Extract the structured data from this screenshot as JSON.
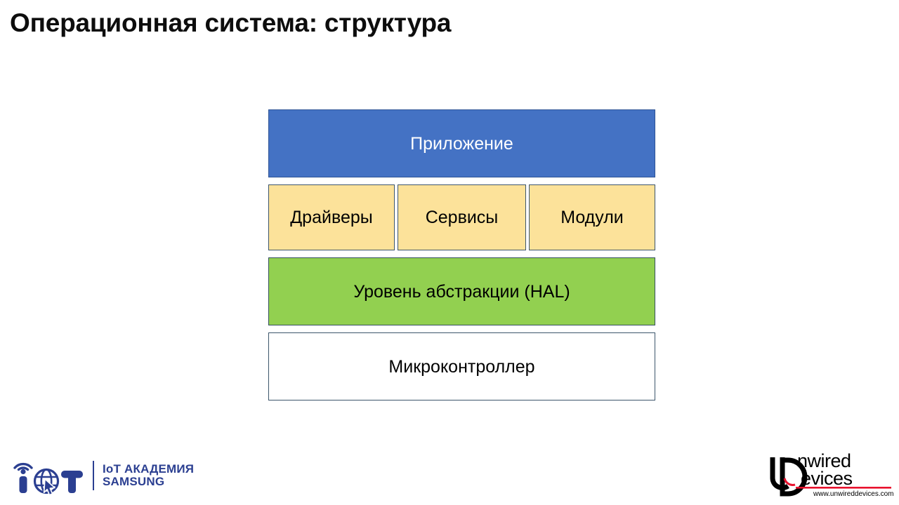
{
  "slide": {
    "title": "Операционная система: структура",
    "background_color": "#FFFFFF"
  },
  "diagram": {
    "name": "operating-system-layer-stack",
    "layers": [
      {
        "id": "application",
        "label": "Приложение",
        "fill": "#4472C4",
        "text_color": "#FFFFFF",
        "border_color": "#2F5496"
      },
      {
        "id": "drivers",
        "label": "Драйверы",
        "fill": "#FCE29A",
        "text_color": "#000000",
        "border_color": "#3C556B"
      },
      {
        "id": "services",
        "label": "Сервисы",
        "fill": "#FCE29A",
        "text_color": "#000000",
        "border_color": "#3C556B"
      },
      {
        "id": "modules",
        "label": "Модули",
        "fill": "#FCE29A",
        "text_color": "#000000",
        "border_color": "#3C556B"
      },
      {
        "id": "hal",
        "label": "Уровень абстракции (HAL)",
        "fill": "#92D050",
        "text_color": "#000000",
        "border_color": "#34505F"
      },
      {
        "id": "microcontroller",
        "label": "Микроконтроллер",
        "fill": "#FFFFFF",
        "text_color": "#000000",
        "border_color": "#3C556B"
      }
    ]
  },
  "footer": {
    "iot_academy_logo": {
      "mark": "iot-globe-cursor-icon",
      "line1": "IoT АКАДЕМИЯ",
      "line2": "SAMSUNG",
      "color": "#2B3F91"
    },
    "unwired_devices_logo": {
      "monogram": "UD",
      "word1_prefix": "U",
      "word1_suffix": "nwired",
      "word2_prefix": "D",
      "word2_suffix": "evices",
      "url": "www.unwireddevices.com",
      "accent_color": "#E8112D",
      "color": "#000000"
    }
  }
}
